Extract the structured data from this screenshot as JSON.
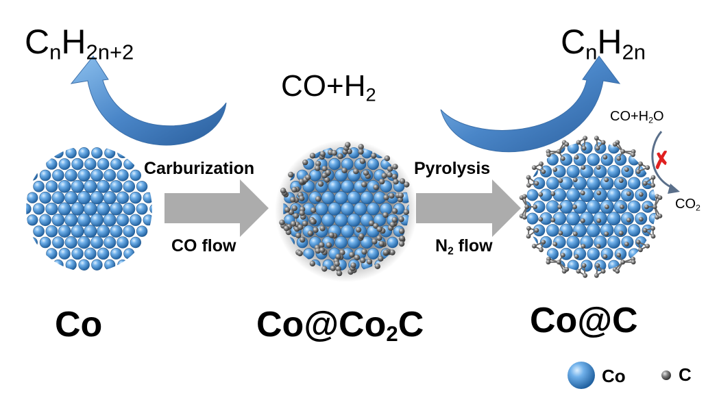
{
  "products": {
    "left": {
      "base": "C",
      "sub1": "n",
      "mid": "H",
      "sub2": "2n+2"
    },
    "right": {
      "base": "C",
      "sub1": "n",
      "mid": "H",
      "sub2": "2n"
    }
  },
  "feed": {
    "text": "CO+H",
    "sub": "2"
  },
  "side_reaction": {
    "reactant": {
      "text": "CO+H",
      "sub": "2",
      "tail": "O"
    },
    "product": {
      "text": "CO",
      "sub": "2"
    },
    "blocked_mark": "✗"
  },
  "steps": [
    {
      "above": "Carburization",
      "below": {
        "text": "CO flow"
      }
    },
    {
      "above": "Pyrolysis",
      "below": {
        "text": "N",
        "sub": "2",
        "tail": " flow"
      }
    }
  ],
  "catalysts": {
    "co": "Co",
    "co_co2c": {
      "text": "Co@Co",
      "sub": "2",
      "tail": "C"
    },
    "co_c": "Co@C"
  },
  "legend": [
    {
      "label": "Co",
      "icon": "co-atom-icon",
      "color": "#4a90d0"
    },
    {
      "label": "C",
      "icon": "c-atom-icon",
      "color": "#555555"
    }
  ],
  "colors": {
    "cobalt": "#4a90d0",
    "carbon": "#555555",
    "process_arrow": "#aaaaaa",
    "reaction_arrow": "#4a86c8",
    "blocked": "#e02020"
  }
}
